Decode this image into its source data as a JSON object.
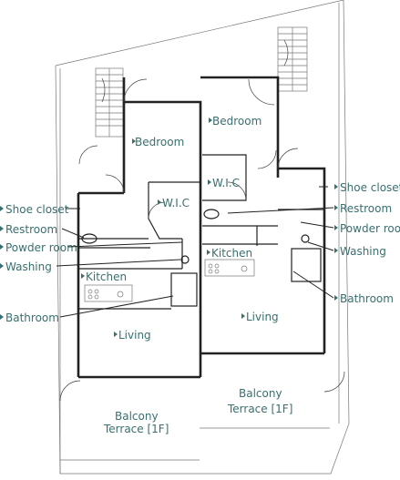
{
  "rooms": {
    "bedroom_left": "Bedroom",
    "bedroom_right": "Bedroom",
    "wic_left": "W.I.C",
    "wic_right": "W.I.C",
    "kitchen_left": "Kitchen",
    "kitchen_right": "Kitchen",
    "living_left": "Living",
    "living_right": "Living",
    "balcony_left_line1": "Balcony",
    "balcony_left_line2": "Terrace [1F]",
    "balcony_right_line1": "Balcony",
    "balcony_right_line2": "Terrace [1F]"
  },
  "callouts_left": {
    "shoe_closet": "Shoe closet",
    "restroom": "Restroom",
    "powder_room": "Powder room",
    "washing": "Washing",
    "bathroom": "Bathroom"
  },
  "callouts_right": {
    "shoe_closet": "Shoe closet",
    "restroom": "Restroom",
    "powder_room": "Powder room",
    "washing": "Washing",
    "bathroom": "Bathroom"
  },
  "colors": {
    "label": "#3a6f6f",
    "wall": "#222222",
    "thin_line": "#777777"
  }
}
